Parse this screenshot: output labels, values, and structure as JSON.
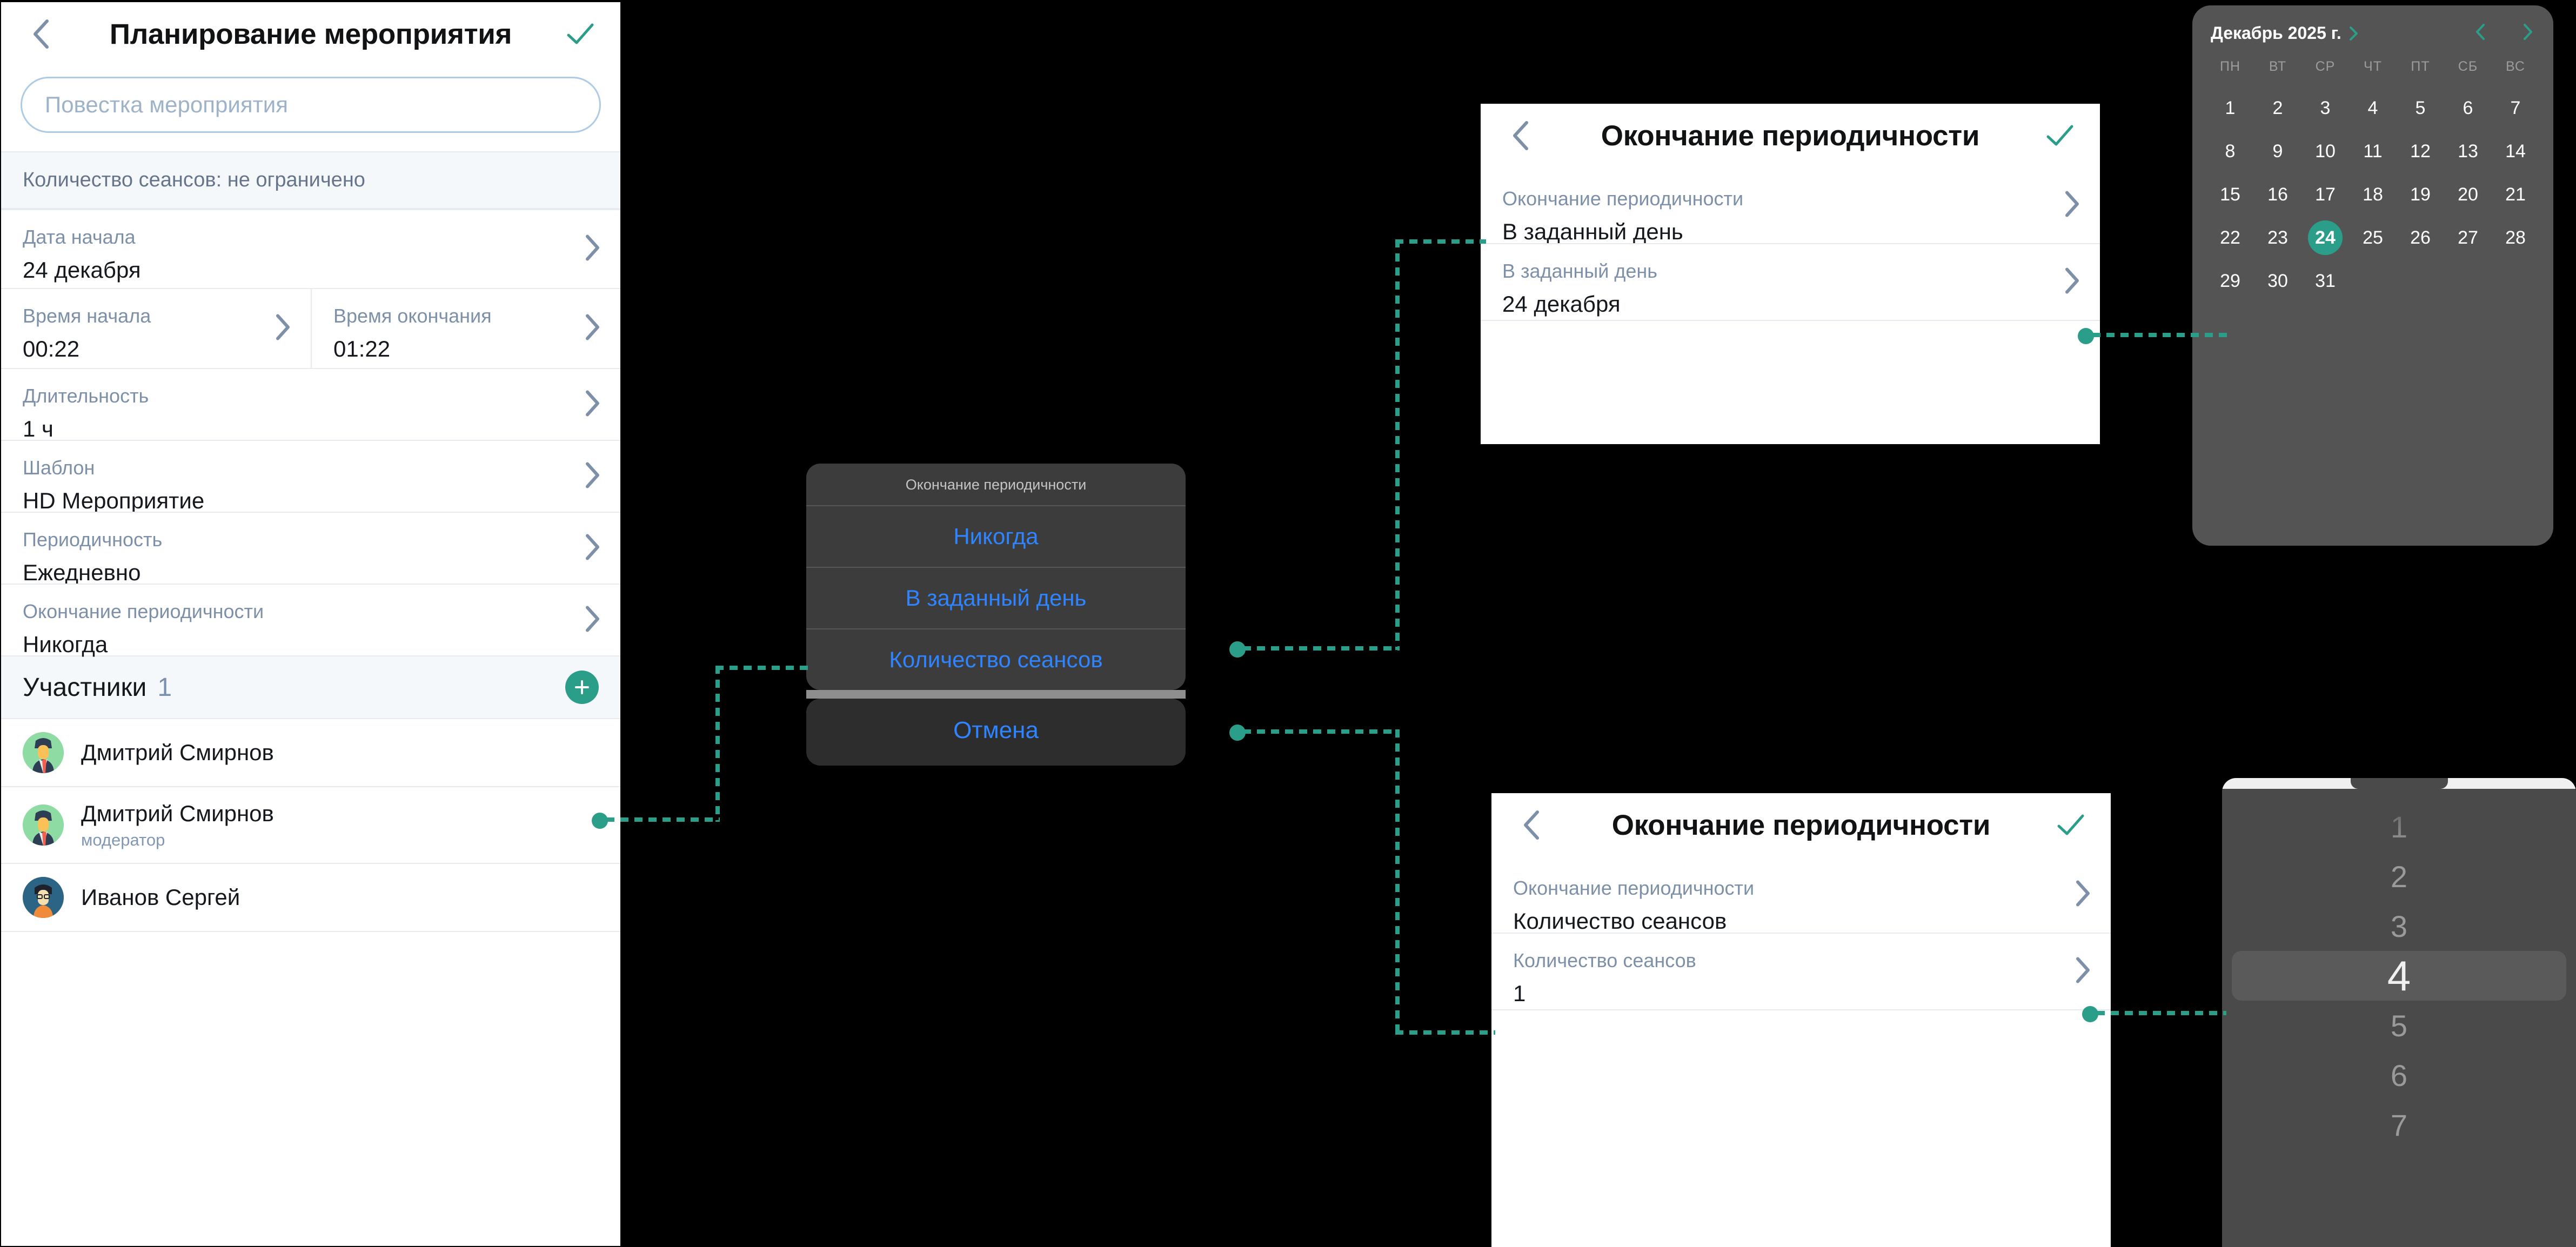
{
  "theme": {
    "accent": "#2b9e89",
    "ios_blue": "#2f85ff",
    "label_gray": "#7d90a8",
    "panel_dark": "#3c3c3c",
    "calendar_dark": "#545454",
    "picker_dark": "#4a4a4a",
    "banner_bg": "#f5f8fb"
  },
  "event_screen": {
    "title": "Планирование мероприятия",
    "back_icon": "chevron-left-icon",
    "confirm_icon": "check-icon",
    "agenda_placeholder": "Повестка мероприятия",
    "agenda_value": "",
    "sessions_banner": "Количество сеансов: не ограничено",
    "rows": [
      {
        "label": "Дата начала",
        "value": "24 декабря"
      },
      {
        "label": "Время начала",
        "value": "00:22"
      },
      {
        "label": "Время окончания",
        "value": "01:22"
      },
      {
        "label": "Длительность",
        "value": "1 ч"
      },
      {
        "label": "Шаблон",
        "value": "HD Мероприятие"
      },
      {
        "label": "Периодичность",
        "value": "Ежедневно"
      },
      {
        "label": "Окончание периодичности",
        "value": "Никогда"
      }
    ],
    "participants": {
      "title": "Участники",
      "count": "1",
      "add_icon": "plus-icon",
      "items": [
        {
          "name": "Дмитрий Смирнов",
          "role": ""
        },
        {
          "name": "Дмитрий Смирнов",
          "role": "модератор"
        },
        {
          "name": "Иванов Сергей",
          "role": ""
        }
      ]
    }
  },
  "action_sheet": {
    "title": "Окончание периодичности",
    "options": [
      "Никогда",
      "В заданный день",
      "Количество сеансов"
    ],
    "cancel": "Отмена"
  },
  "day_screen": {
    "title": "Окончание периодичности",
    "back_icon": "chevron-left-icon",
    "confirm_icon": "check-icon",
    "rows": [
      {
        "label": "Окончание периодичности",
        "value": "В заданный день"
      },
      {
        "label": "В заданный день",
        "value": "24 декабря"
      }
    ]
  },
  "sessions_screen": {
    "title": "Окончание периодичности",
    "back_icon": "chevron-left-icon",
    "confirm_icon": "check-icon",
    "rows": [
      {
        "label": "Окончание периодичности",
        "value": "Количество сеансов"
      },
      {
        "label": "Количество сеансов",
        "value": "1"
      }
    ]
  },
  "calendar": {
    "month_label": "Декабрь 2025 г.",
    "month_chev_icon": "chevron-right-icon",
    "prev_icon": "chevron-left-icon",
    "next_icon": "chevron-right-icon",
    "weekdays": [
      "ПН",
      "ВТ",
      "СР",
      "ЧТ",
      "ПТ",
      "СБ",
      "ВС"
    ],
    "days": [
      1,
      2,
      3,
      4,
      5,
      6,
      7,
      8,
      9,
      10,
      11,
      12,
      13,
      14,
      15,
      16,
      17,
      18,
      19,
      20,
      21,
      22,
      23,
      24,
      25,
      26,
      27,
      28,
      29,
      30,
      31
    ],
    "selected_day": 24
  },
  "number_picker": {
    "values": [
      "1",
      "2",
      "3",
      "4",
      "5",
      "6",
      "7"
    ],
    "selected": "4",
    "selected_index": 3
  }
}
